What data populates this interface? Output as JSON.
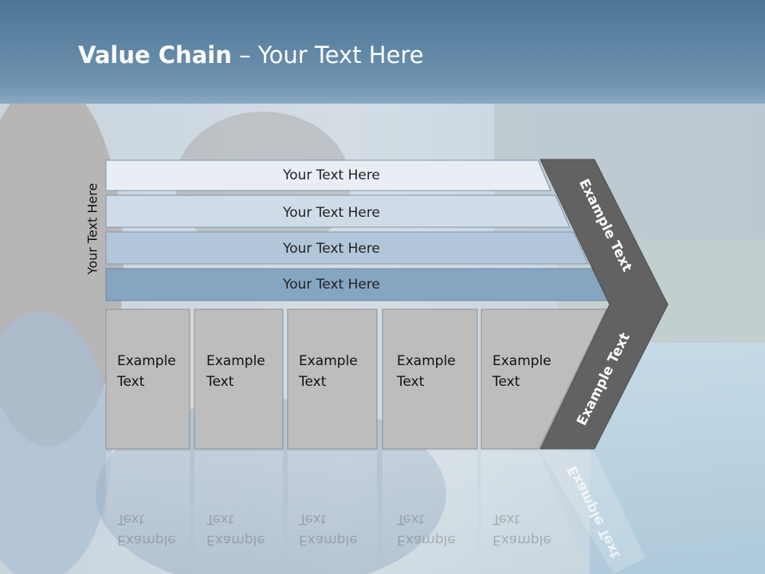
{
  "title": {
    "bold": "Value Chain",
    "rest": " – Your Text Here"
  },
  "side_label": "Your Text Here",
  "support_bars": [
    {
      "label": "Your Text Here",
      "color": "#e9eef5"
    },
    {
      "label": "Your Text Here",
      "color": "#cfdce8"
    },
    {
      "label": "Your Text Here",
      "color": "#b1c7d9"
    },
    {
      "label": "Your Text Here",
      "color": "#86a5c1"
    }
  ],
  "primary_boxes": [
    {
      "line1": "Example",
      "line2": "Text"
    },
    {
      "line1": "Example",
      "line2": "Text"
    },
    {
      "line1": "Example",
      "line2": "Text"
    },
    {
      "line1": "Example",
      "line2": "Text"
    },
    {
      "line1": "Example",
      "line2": "Text"
    }
  ],
  "chevron": {
    "upper_label": "Example Text",
    "lower_label": "Example Text",
    "color": "#626262"
  },
  "colors": {
    "header": "#5a7f9e",
    "box_fill": "#bdbdbd",
    "box_border": "#8f8f8f"
  }
}
